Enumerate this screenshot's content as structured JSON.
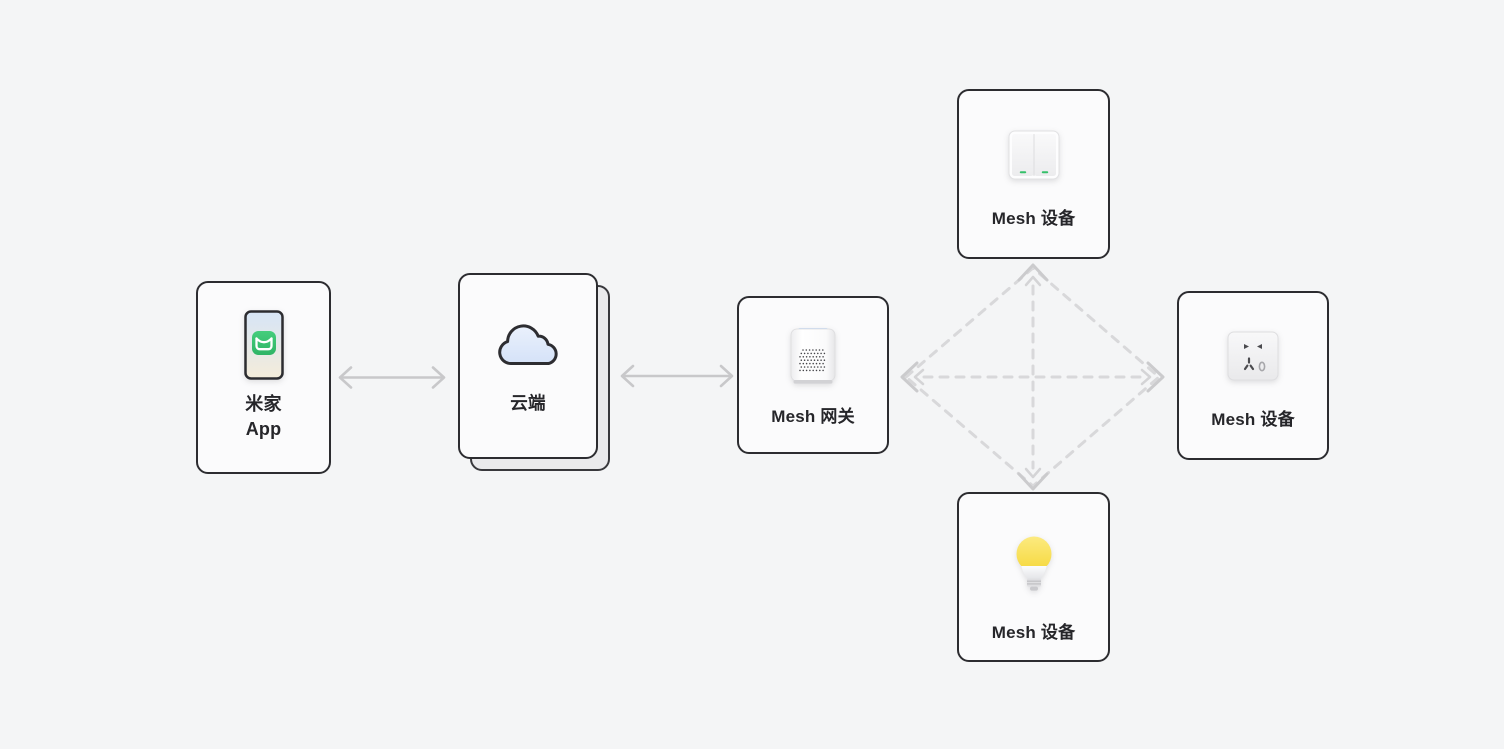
{
  "diagram": {
    "type": "mesh-network-topology",
    "nodes": {
      "app": {
        "line1": "米家",
        "line2": "App",
        "icon": "phone-mijia-icon"
      },
      "cloud": {
        "label": "云端",
        "icon": "cloud-icon",
        "stacked_cards": true
      },
      "gateway": {
        "label": "Mesh 网关",
        "icon": "gateway-speaker-icon"
      },
      "device_top": {
        "label": "Mesh 设备",
        "icon": "wall-switch-icon"
      },
      "device_right": {
        "label": "Mesh 设备",
        "icon": "power-socket-icon"
      },
      "device_bottom": {
        "label": "Mesh 设备",
        "icon": "light-bulb-icon"
      }
    },
    "edges": [
      {
        "from": "app",
        "to": "cloud",
        "style": "solid",
        "bidirectional": true
      },
      {
        "from": "cloud",
        "to": "gateway",
        "style": "solid",
        "bidirectional": true
      },
      {
        "from": "gateway",
        "to": "device_top",
        "style": "dashed",
        "bidirectional": true
      },
      {
        "from": "gateway",
        "to": "device_right",
        "style": "dashed",
        "bidirectional": true
      },
      {
        "from": "gateway",
        "to": "device_bottom",
        "style": "dashed",
        "bidirectional": true
      },
      {
        "from": "device_top",
        "to": "device_right",
        "style": "dashed",
        "bidirectional": true
      },
      {
        "from": "device_right",
        "to": "device_bottom",
        "style": "dashed",
        "bidirectional": true
      },
      {
        "from": "device_bottom",
        "to": "device_top",
        "style": "dashed",
        "bidirectional": true
      }
    ],
    "colors": {
      "background": "#f4f5f6",
      "box_fill": "#fbfbfc",
      "box_border": "#2c2c30",
      "text": "#26262a",
      "solid_arrow": "#c8c8ca",
      "dashed_arrow": "#d8d8da",
      "mijia_green": "#3cc474",
      "bulb_yellow": "#f5d83c",
      "indicator_green": "#35c06a",
      "gateway_accent_blue": "#8fbcf2"
    }
  }
}
